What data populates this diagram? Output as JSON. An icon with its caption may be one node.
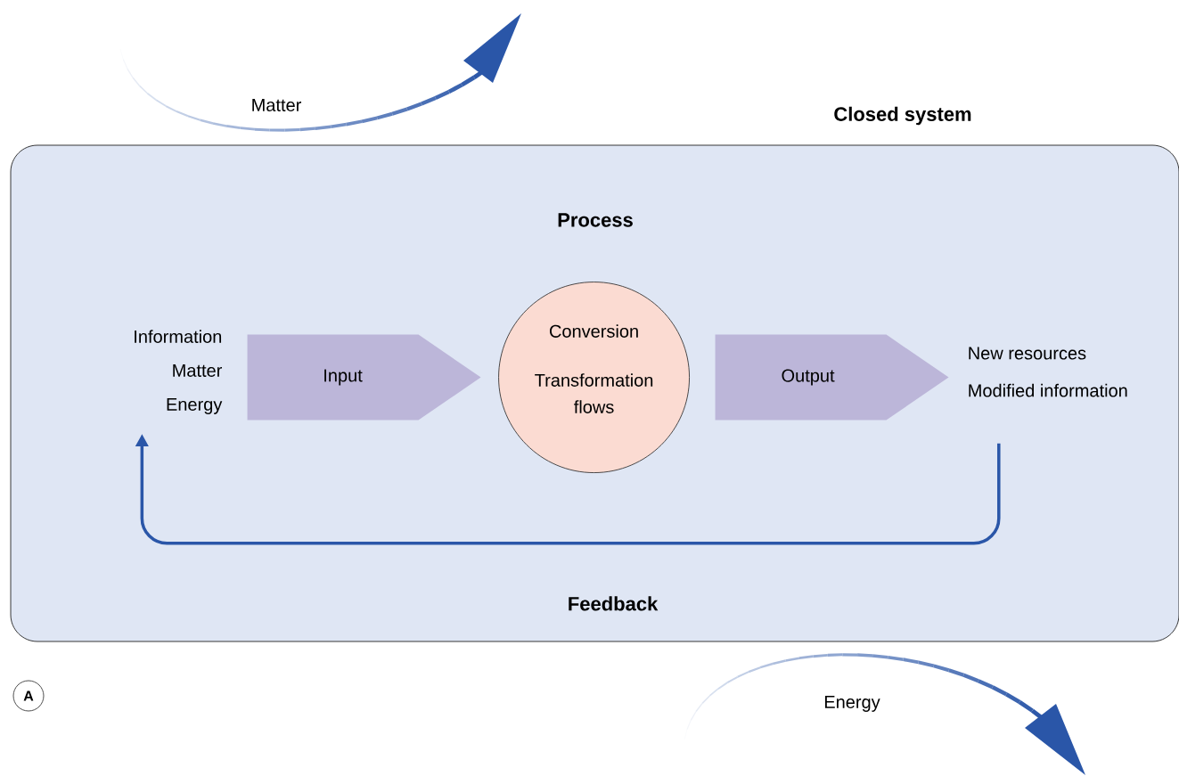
{
  "diagram": {
    "nodes": [
      {
        "text": [
          "Closed system"
        ]
      },
      {
        "text": [
          "Information",
          "Matter",
          "Energy"
        ],
        "in": 0
      },
      {
        "text": [
          "Input"
        ],
        "in": 0
      },
      {
        "text": [
          "Conversion",
          "Transformation flows"
        ],
        "in": 0
      },
      {
        "text": [
          "Output"
        ],
        "in": 0
      },
      {
        "text": [
          "New resources",
          "Modified information"
        ],
        "in": 0
      },
      {
        "text": [
          "A"
        ]
      }
    ],
    "edges": [
      {
        "from": 5,
        "to": 1,
        "arrow": "to",
        "label": "Feedback"
      }
    ],
    "labels": [
      "Matter",
      "Process",
      "Energy"
    ]
  }
}
